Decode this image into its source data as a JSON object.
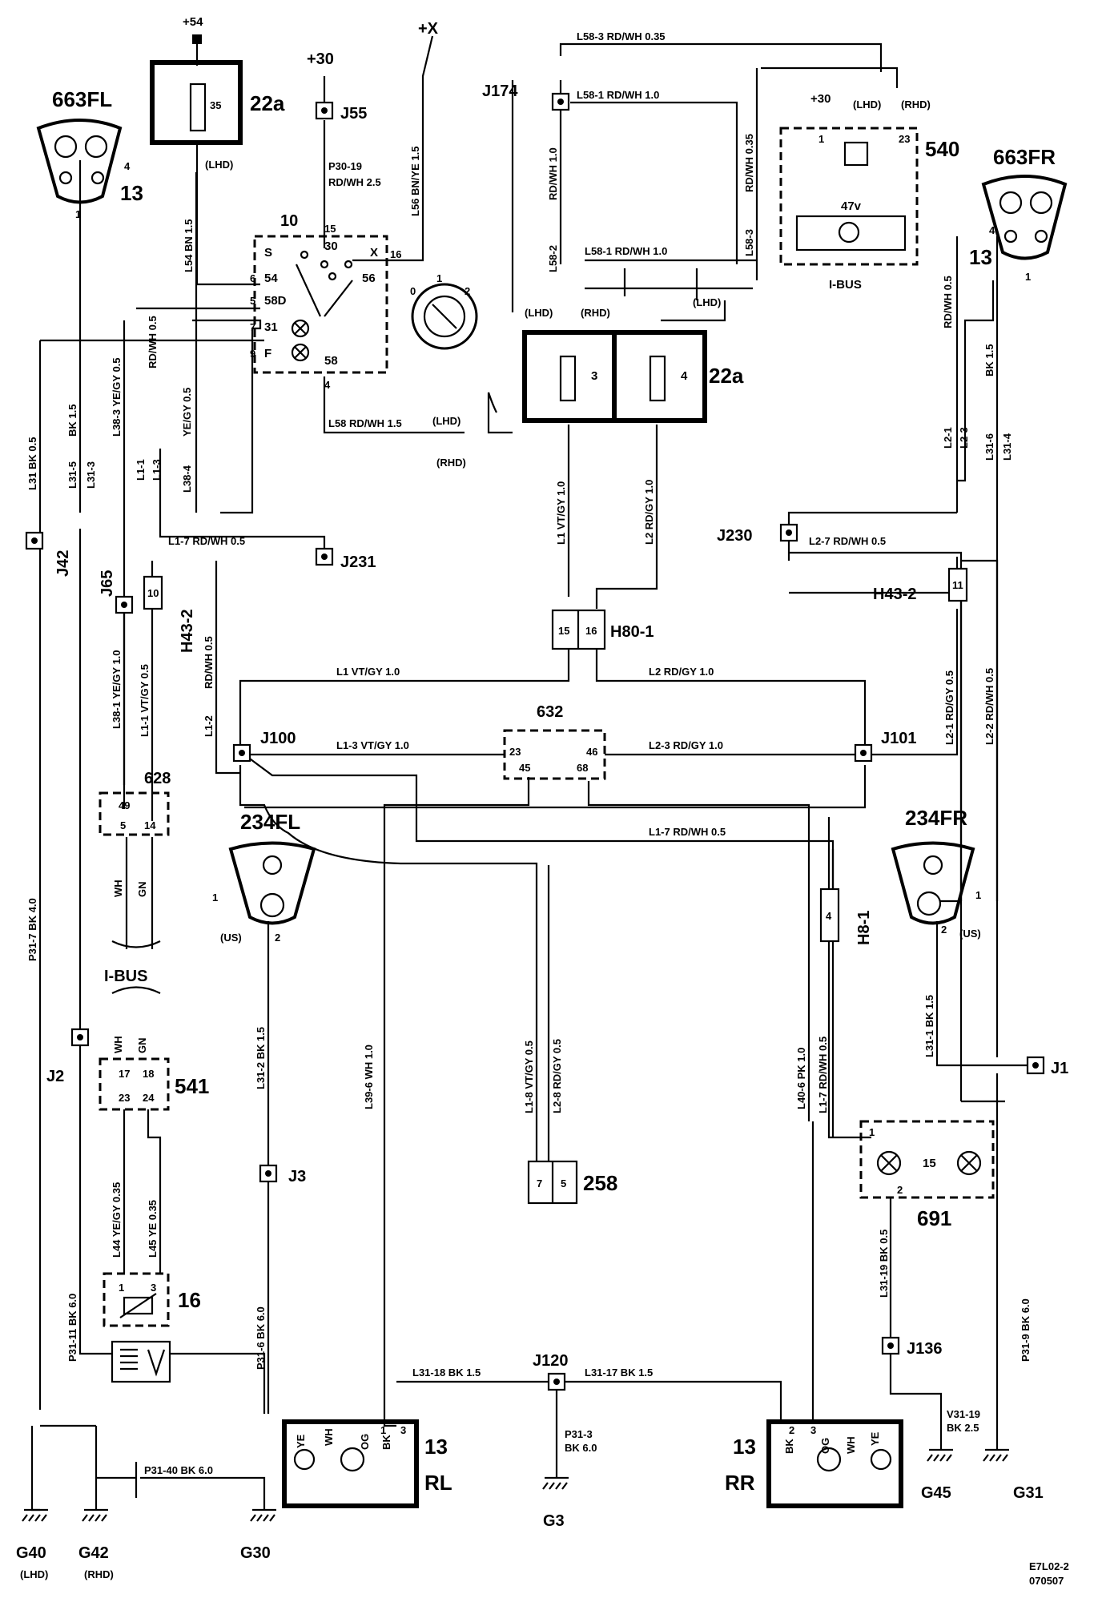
{
  "diagram_code": "E7L02-2",
  "diagram_date": "070507",
  "power": {
    "p54": "+54",
    "p30a": "+30",
    "px": "+X",
    "p30b": "+30"
  },
  "components": {
    "fl_light": "663FL",
    "fr_light": "663FR",
    "fuse_22a": "22a",
    "fuse_35": "35",
    "fuse_3": "3",
    "fuse_4": "4",
    "switch_10": "10",
    "module_540": "540",
    "module_540_sub": "47v",
    "ibus_540": "I-BUS",
    "ecu_632": "632",
    "ecu_628": "628",
    "ibus": "I-BUS",
    "ecu_541": "541",
    "sensor_16": "16",
    "conn_258": "258",
    "lamp_691": "691",
    "lamp_691_pin": "15",
    "side_fl": "234FL",
    "side_fr": "234FR",
    "rl_num": "13",
    "rl": "RL",
    "rr_num": "13",
    "rr": "RR",
    "fl_13": "13",
    "fr_13": "13"
  },
  "joints": {
    "j55": "J55",
    "j174": "J174",
    "j42": "J42",
    "j65": "J65",
    "j231": "J231",
    "j230": "J230",
    "j100": "J100",
    "j101": "J101",
    "j2": "J2",
    "j3": "J3",
    "j1": "J1",
    "j120": "J120",
    "j136": "J136"
  },
  "connectors": {
    "h43_2a": "H43-2",
    "h43_2b": "H43-2",
    "h80_1": "H80-1",
    "h8_1": "H8-1"
  },
  "grounds": {
    "g40": "G40",
    "g42": "G42",
    "g30": "G30",
    "g3": "G3",
    "g45": "G45",
    "g31": "G31"
  },
  "notes": {
    "lhd": "(LHD)",
    "rhd": "(RHD)",
    "us": "(US)"
  },
  "wires": {
    "l58_3_top": "L58-3   RD/WH  0.35",
    "l58_1_top": "L58-1   RD/WH  1.0",
    "l58_1_v": "RD/WH  1.0",
    "l58_2": "L58-2",
    "l58_1_mid": "L58-1   RD/WH  1.0",
    "l58_3_v": "L58-3",
    "l58_3_v2": "RD/WH  0.35",
    "p30_19": "P30-19",
    "p30_19b": "RD/WH  2.5",
    "l56": "L56  BN/YE  1.5",
    "l54": "L54   BN   1.5",
    "l58_bottom": "L58  RD/WH  1.5",
    "l31_bk_05": "L31  BK  0.5",
    "bk_15_a": "BK  1.5",
    "l31_5": "L31-5",
    "l31_3": "L31-3",
    "l38_3": "L38-3  YE/GY  0.5",
    "rdwh_05_a": "RD/WH  0.5",
    "l1_1": "L1-1",
    "l1_3": "L1-3",
    "yegy_05": "YE/GY  0.5",
    "l38_4": "L38-4",
    "l1_7_top": "L1-7   RD/WH   0.5",
    "l38_1": "L38-1  YE/GY  1.0",
    "l1_1_vtgy": "L1-1  VT/GY  0.5",
    "rdwh_05_b": "RD/WH  0.5",
    "l1_2": "L1-2",
    "l1_vtgy_v": "L1  VT/GY  1.0",
    "l2_rdgy_v": "L2  RD/GY  1.0",
    "l2_rdwh": "RD/WH  0.5",
    "l2_1": "L2-1",
    "l2_3": "L2-3",
    "l2_7": "L2-7     RD/WH   0.5",
    "bk_15_b": "BK  1.5",
    "l31_6": "L31-6",
    "l31_4": "L31-4",
    "l1_vtgy_h": "L1   VT/GY   1.0",
    "l2_rdgy_h": "L2   RD/GY   1.0",
    "l1_3_h": "L1-3   VT/GY  1.0",
    "l2_3_h": "L2-3     RD/GY   1.0",
    "l2_1_v": "L2-1  RD/GY  0.5",
    "l2_2_v": "L2-2  RD/WH  0.5",
    "l1_7_mid": "L1-7     RD/WH   0.5",
    "p31_7": "P31-7  BK  4.0",
    "wh": "WH",
    "gn": "GN",
    "wh2": "WH",
    "gn2": "GN",
    "l31_2": "L31-2  BK  1.5",
    "l39_6": "L39-6  WH  1.0",
    "l1_8": "L1-8  VT/GY   0.5",
    "l2_8": "L2-8  RD/GY   0.5",
    "l40_6": "L40-6  PK  1.0",
    "l1_7_v": "L1-7   RD/WH   0.5",
    "l31_1": "L31-1   BK  1.5",
    "l44": "L44  YE/GY  0.35",
    "l45": "L45  YE  0.35",
    "p31_11": "P31-11  BK  6.0",
    "p31_6": "P31-6  BK  6.0",
    "l31_19": "L31-19  BK  0.5",
    "p31_9": "P31-9  BK  6.0",
    "l31_18": "L31-18   BK   1.5",
    "l31_17": "L31-17   BK   1.5",
    "p31_3": "P31-3",
    "p31_3b": "BK  6.0",
    "v31_19": "V31-19",
    "v31_19b": "BK 2.5",
    "p31_40": "P31-40  BK  6.0"
  },
  "pins": {
    "s": "S",
    "x": "X",
    "p6": "6",
    "p54": "54",
    "p5": "5",
    "p58d": "58D",
    "p7": "7",
    "p31": "31",
    "p9": "9",
    "pf": "F",
    "p15": "15",
    "p30": "30",
    "p16": "16",
    "p56": "56",
    "p58": "58",
    "p4": "4",
    "dial0": "0",
    "dial1": "1",
    "dial2": "2",
    "fl1": "1",
    "fl4": "4",
    "fr1": "1",
    "fr4": "4",
    "m540_1": "1",
    "m540_23": "23",
    "h43a": "10",
    "h43b": "11",
    "h80a": "15",
    "h80b": "16",
    "e632_23": "23",
    "e632_45": "45",
    "e632_46": "46",
    "e632_68": "68",
    "e628_49": "49",
    "e628_5": "5",
    "e628_14": "14",
    "e541_17": "17",
    "e541_18": "18",
    "e541_23": "23",
    "e541_24": "24",
    "s16_1": "1",
    "s16_3": "3",
    "sfl1": "1",
    "sfl2": "2",
    "sfr1": "1",
    "sfr2": "2",
    "h8": "4",
    "c258_7": "7",
    "c258_5": "5",
    "l691_1": "1",
    "l691_2": "2",
    "rl_1": "1",
    "rl_3": "3",
    "rr_2": "2",
    "rr_3": "3",
    "ye1": "YE",
    "wh1": "WH",
    "og1": "OG",
    "bk1": "BK",
    "bk2": "BK",
    "og2": "OG",
    "wh2": "WH",
    "ye2": "YE"
  }
}
